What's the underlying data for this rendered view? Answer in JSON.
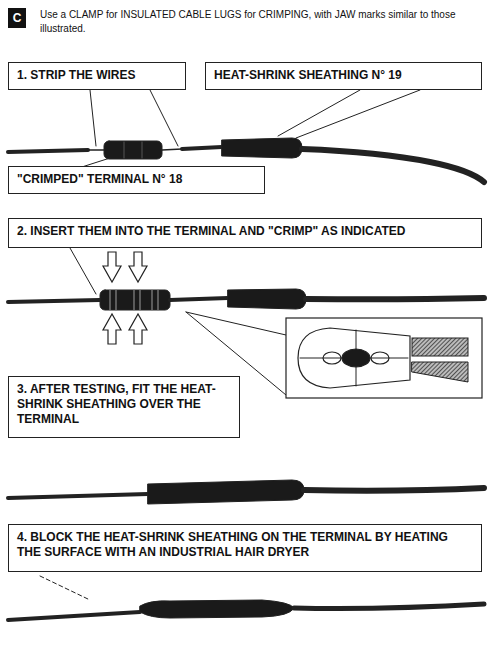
{
  "diagram": {
    "nodes": [
      {
        "text": [
          "C"
        ]
      },
      {
        "text": [
          "1. STRIP THE WIRES"
        ]
      },
      {
        "text": [
          "HEAT-SHRINK SHEATHING N° 19"
        ]
      },
      {
        "text": [
          "\"CRIMPED\" TERMINAL N° 18"
        ]
      },
      {
        "text": [
          "2. INSERT THEM INTO THE TERMINAL AND \"CRIMP\" AS INDICATED"
        ]
      },
      {
        "text": [
          "3. AFTER TESTING, FIT THE HEAT-SHRINK SHEATHING OVER THE TERMINAL"
        ]
      },
      {
        "text": [
          "4. BLOCK THE HEAT-SHRINK SHEATHING ON THE TERMINAL BY HEATING THE SURFACE WITH AN INDUSTRIAL HAIR DRYER"
        ]
      }
    ],
    "labels": [
      "Use a CLAMP for INSULATED CABLE LUGS for CRIMPING, with JAW marks similar to those illustrated."
    ]
  }
}
